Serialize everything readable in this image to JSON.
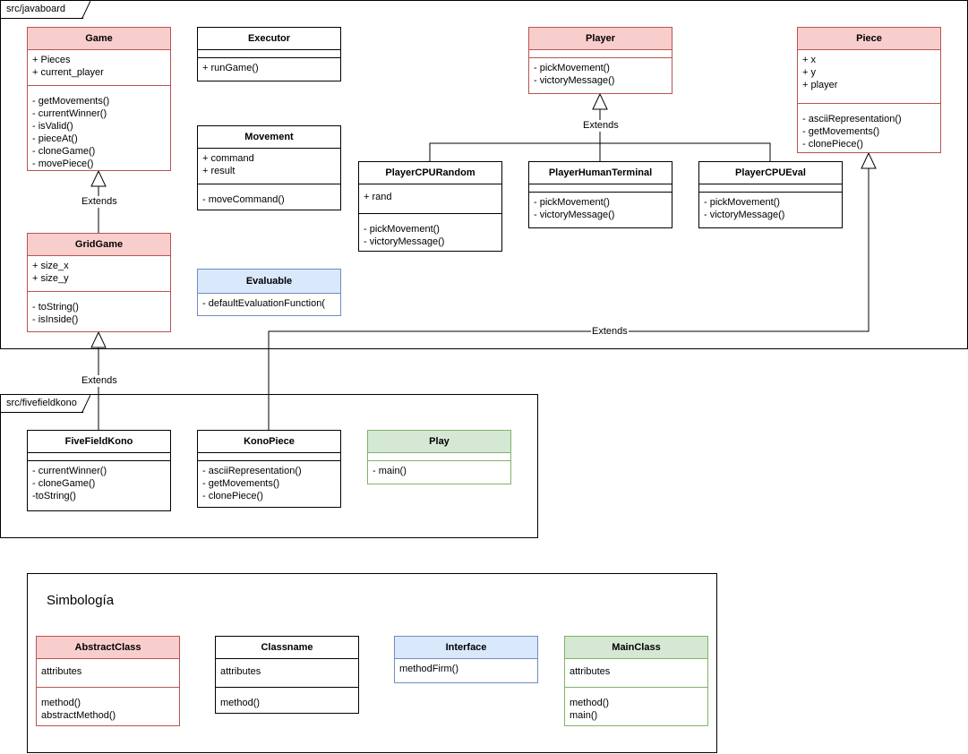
{
  "packages": {
    "javaboard": "src/javaboard",
    "fivefieldkono": "src/fivefieldkono"
  },
  "classes": {
    "game": {
      "name": "Game",
      "attributes": [
        "+ Pieces",
        "+ current_player"
      ],
      "methods": [
        "- getMovements()",
        "- currentWinner()",
        "- isValid()",
        "- pieceAt()",
        "- cloneGame()",
        "- movePiece()"
      ]
    },
    "executor": {
      "name": "Executor",
      "methods": [
        "+ runGame()"
      ]
    },
    "movement": {
      "name": "Movement",
      "attributes": [
        "+ command",
        "+ result"
      ],
      "methods": [
        "- moveCommand()"
      ]
    },
    "evaluable": {
      "name": "Evaluable",
      "methods": [
        "- defaultEvaluationFunction("
      ]
    },
    "gridgame": {
      "name": "GridGame",
      "attributes": [
        "+ size_x",
        "+ size_y"
      ],
      "methods": [
        "- toString()",
        "- isInside()"
      ]
    },
    "player": {
      "name": "Player",
      "methods": [
        "- pickMovement()",
        "- victoryMessage()"
      ]
    },
    "playercpurandom": {
      "name": "PlayerCPURandom",
      "attributes": [
        "+ rand"
      ],
      "methods": [
        "- pickMovement()",
        "- victoryMessage()"
      ]
    },
    "playerhumanterminal": {
      "name": "PlayerHumanTerminal",
      "methods": [
        "- pickMovement()",
        "- victoryMessage()"
      ]
    },
    "playercpueval": {
      "name": "PlayerCPUEval",
      "methods": [
        "- pickMovement()",
        "- victoryMessage()"
      ]
    },
    "piece": {
      "name": "Piece",
      "attributes": [
        "+ x",
        "+ y",
        "+ player"
      ],
      "methods": [
        "- asciiRepresentation()",
        "- getMovements()",
        "- clonePiece()"
      ]
    },
    "fivefieldkono": {
      "name": "FiveFieldKono",
      "methods": [
        "- currentWinner()",
        "- cloneGame()",
        "-toString()"
      ]
    },
    "konopiece": {
      "name": "KonoPiece",
      "methods": [
        "- asciiRepresentation()",
        "- getMovements()",
        "- clonePiece()"
      ]
    },
    "play": {
      "name": "Play",
      "methods": [
        "- main()"
      ]
    }
  },
  "relations": {
    "extends_label": "Extends"
  },
  "legend": {
    "title": "Simbología",
    "abstract": {
      "name": "AbstractClass",
      "attributes": [
        "attributes"
      ],
      "methods": [
        "method()",
        "abstractMethod()"
      ]
    },
    "classname": {
      "name": "Classname",
      "attributes": [
        "attributes"
      ],
      "methods": [
        "method()"
      ]
    },
    "interface": {
      "name": "Interface",
      "methods": [
        "methodFirm()"
      ]
    },
    "mainclass": {
      "name": "MainClass",
      "attributes": [
        "attributes"
      ],
      "methods": [
        "method()",
        "main()"
      ]
    }
  },
  "colors": {
    "abstract_fill": "#f8cecc",
    "abstract_stroke": "#b85450",
    "interface_fill": "#dae8fc",
    "interface_stroke": "#6c8ebf",
    "main_fill": "#d5e8d4",
    "main_stroke": "#82b366"
  }
}
